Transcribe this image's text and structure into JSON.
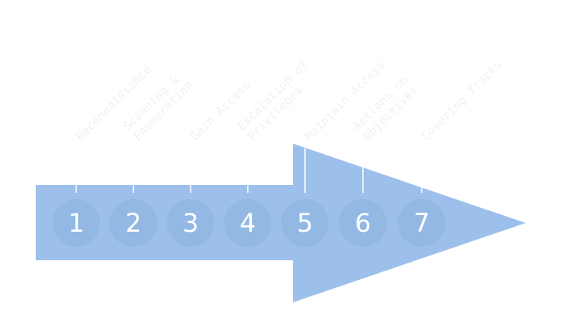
{
  "colors": {
    "arrow": "#9cc0eb",
    "circle": "#93b8e4",
    "tick": "#ffffff",
    "label": "#eeeeee"
  },
  "steps": [
    {
      "number": "1",
      "label": [
        "Reconnaissance"
      ]
    },
    {
      "number": "2",
      "label": [
        "Scanning &",
        "Enumeration"
      ]
    },
    {
      "number": "3",
      "label": [
        "Gain Access"
      ]
    },
    {
      "number": "4",
      "label": [
        "Escalation of",
        "Privileges"
      ]
    },
    {
      "number": "5",
      "label": [
        "Maintain Access"
      ]
    },
    {
      "number": "6",
      "label": [
        "Actions on",
        "Objectives"
      ]
    },
    {
      "number": "7",
      "label": [
        "Covering Tracks"
      ]
    }
  ]
}
